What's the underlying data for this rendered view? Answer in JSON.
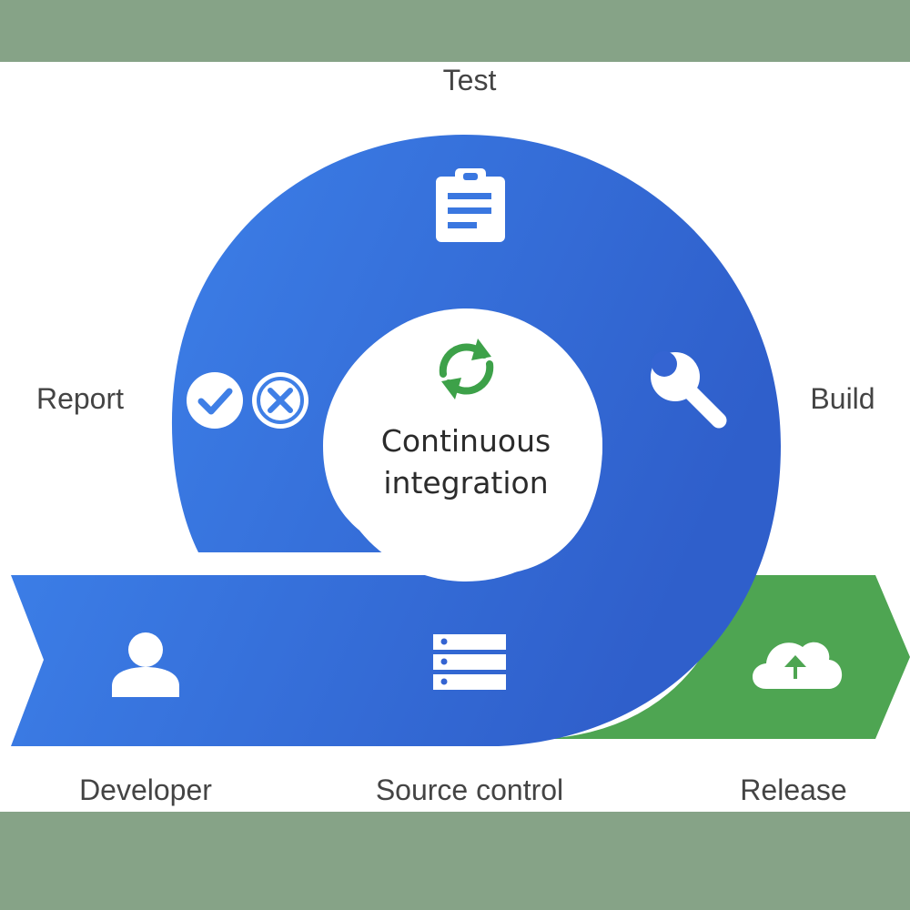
{
  "colors": {
    "frame": "#86a387",
    "blue_light": "#3f86ee",
    "blue_dark": "#2f5fcb",
    "green": "#4ea552",
    "center_fill": "#ffffff",
    "cycle_arrows": "#3da149",
    "label": "#444444"
  },
  "center": {
    "line1": "Continuous",
    "line2": "integration",
    "icon": "sync-icon"
  },
  "stages": {
    "test": {
      "label": "Test",
      "icon": "clipboard-icon"
    },
    "build": {
      "label": "Build",
      "icon": "wrench-icon"
    },
    "report": {
      "label": "Report",
      "icons": [
        "check-circle-icon",
        "cross-circle-icon"
      ]
    },
    "developer": {
      "label": "Developer",
      "icon": "person-icon"
    },
    "source_control": {
      "label": "Source control",
      "icon": "server-icon"
    },
    "release": {
      "label": "Release",
      "icon": "cloud-upload-icon"
    }
  }
}
